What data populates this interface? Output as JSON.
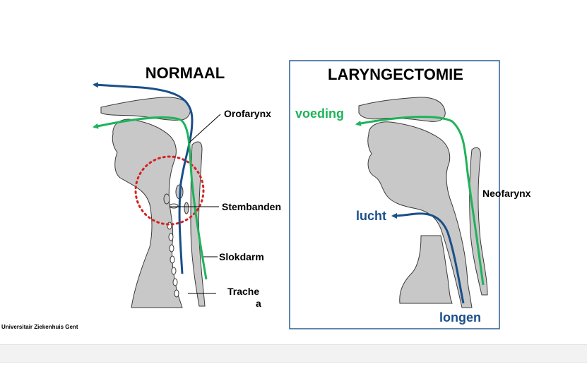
{
  "colors": {
    "anatomy_fill": "#c8c8c8",
    "anatomy_stroke": "#3a3a3a",
    "green": "#1fb35a",
    "blue": "#1a4f8a",
    "red_dotted": "#d62020",
    "frame": "#2b5f94"
  },
  "left_panel": {
    "title": "NORMAAL",
    "labels": {
      "orofarynx": "Orofarynx",
      "stembanden": "Stembanden",
      "slokdarm": "Slokdarm",
      "trachea_line1": "Trache",
      "trachea_line2": "a"
    }
  },
  "right_panel": {
    "title": "LARYNGECTOMIE",
    "labels": {
      "voeding": "voeding",
      "neofarynx": "Neofarynx",
      "lucht": "lucht",
      "longen": "longen"
    }
  },
  "footer": {
    "institution": "Universitair Ziekenhuis Gent"
  }
}
